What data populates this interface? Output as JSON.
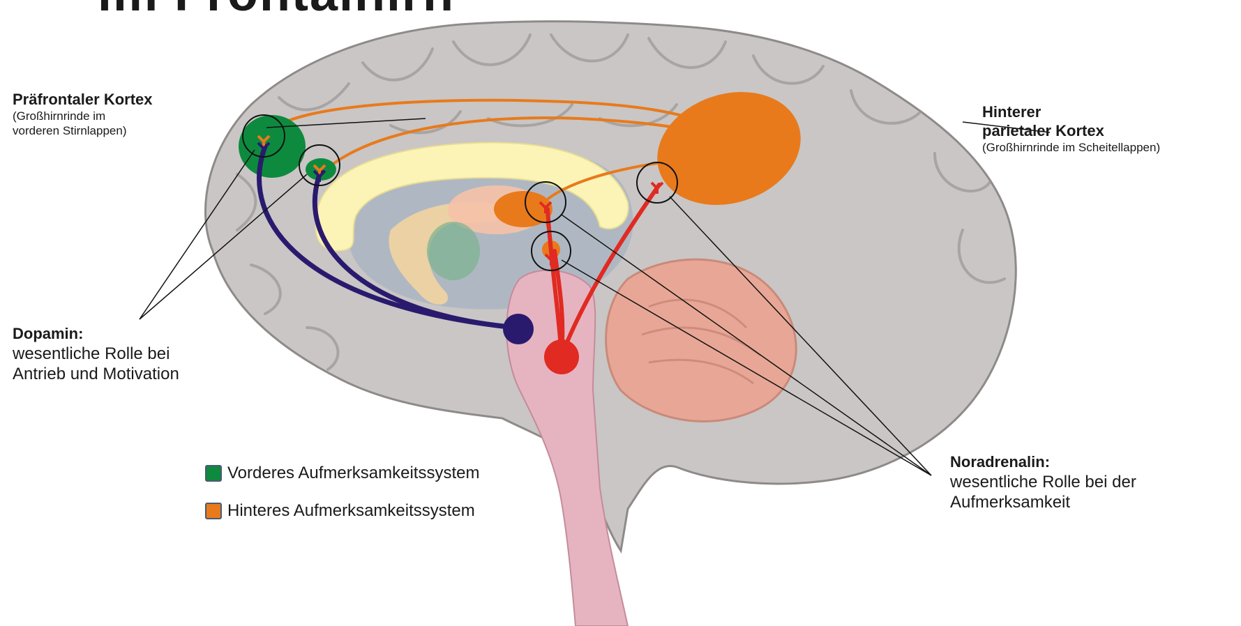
{
  "title_fragment": "im Frontalhirn",
  "labels": {
    "prefrontal": {
      "title": "Präfrontaler Kortex",
      "line1": "(Großhirnrinde im",
      "line2": "vorderen Stirnlappen)"
    },
    "parietal": {
      "title1": "Hinterer",
      "title2": "parietaler Kortex",
      "subtitle": "(Großhirnrinde im Scheitellappen)"
    },
    "dopamine": {
      "title": "Dopamin:",
      "line1": "wesentliche Rolle bei",
      "line2": "Antrieb und Motivation"
    },
    "noradrenaline": {
      "title": "Noradrenalin:",
      "line1": "wesentliche Rolle bei der",
      "line2": "Aufmerksamkeit"
    }
  },
  "legend": [
    {
      "label": "Vorderes Aufmerksamkeitssystem",
      "color": "#0e8a3e"
    },
    {
      "label": "Hinteres Aufmerksamkeitssystem",
      "color": "#e87a1c"
    }
  ],
  "colors": {
    "dopamine_pathway": "#2a1a6e",
    "noradrenaline_pathway": "#e02a22",
    "posterior_system": "#e87a1c",
    "anterior_system": "#0e8a3e",
    "cortex": "#c8c6c5",
    "brainstem": "#e3b4c0",
    "cerebellum": "#e8a796",
    "corpus_callosum": "#fbf3b4"
  }
}
